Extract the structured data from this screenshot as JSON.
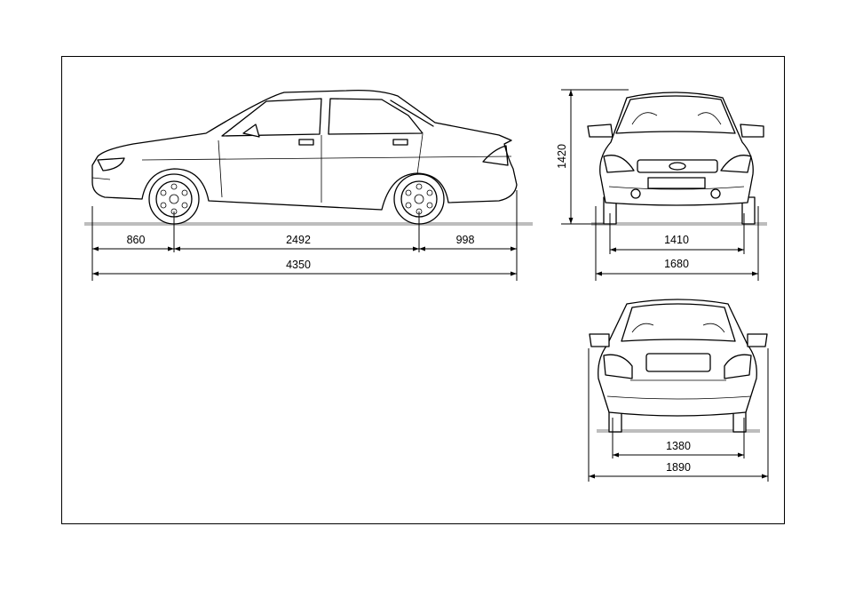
{
  "dimensions": {
    "front_overhang": "860",
    "wheelbase": "2492",
    "rear_overhang": "998",
    "overall_length": "4350",
    "height": "1420",
    "front_track": "1410",
    "width": "1680",
    "rear_track": "1380",
    "width_with_mirrors": "1890"
  }
}
